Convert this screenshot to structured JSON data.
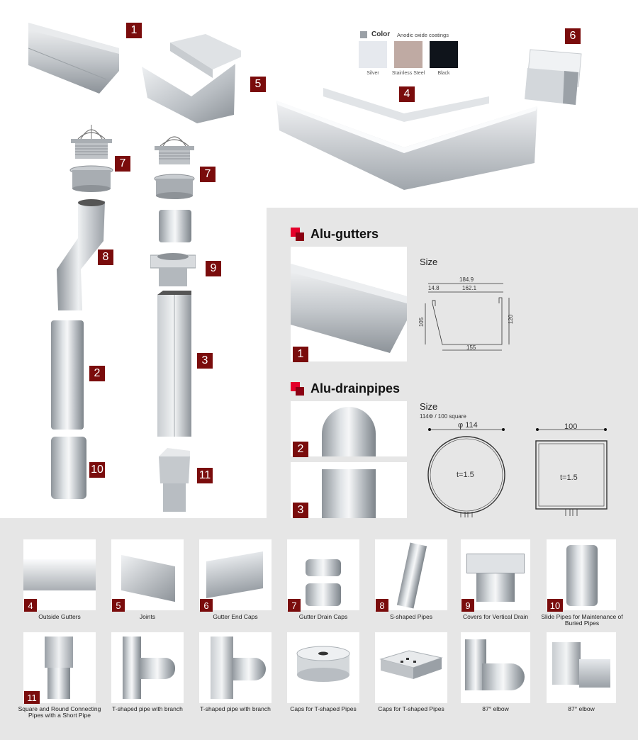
{
  "badges": {
    "b1": "1",
    "b2": "2",
    "b3": "3",
    "b4": "4",
    "b5": "5",
    "b6": "6",
    "b7a": "7",
    "b7b": "7",
    "b8": "8",
    "b9": "9",
    "b10": "10",
    "b11": "11"
  },
  "color_legend": {
    "title": "Color",
    "subtitle": "Anodic oxide coatings",
    "swatches": [
      {
        "label": "Silver",
        "color": "#e6e9ee"
      },
      {
        "label": "Stainless Steel",
        "color": "#bfaaa3"
      },
      {
        "label": "Black",
        "color": "#0f141b"
      }
    ]
  },
  "gutters_section": {
    "title": "Alu-gutters",
    "size_label": "Size",
    "badge": "1",
    "dims": {
      "w_total": "184.9",
      "w_lip": "14.8",
      "w_inner": "162.1",
      "h_left": "105",
      "h_right": "120",
      "w_bottom": "155"
    }
  },
  "drainpipes_section": {
    "title": "Alu-drainpipes",
    "size_label": "Size",
    "size_sub": "114Φ / 100 square",
    "badge2": "2",
    "badge3": "3",
    "round": {
      "dim": "φ 114",
      "t": "t=1.5"
    },
    "square": {
      "dim": "100",
      "t": "t=1.5"
    }
  },
  "catalog_row1": [
    {
      "num": "4",
      "label": "Outside Gutters"
    },
    {
      "num": "5",
      "label": "Joints"
    },
    {
      "num": "6",
      "label": "Gutter End Caps"
    },
    {
      "num": "7",
      "label": "Gutter Drain Caps"
    },
    {
      "num": "8",
      "label": "S-shaped Pipes"
    },
    {
      "num": "9",
      "label": "Covers for Vertical Drain"
    },
    {
      "num": "10",
      "label": "Slide Pipes for Maintenance of Buried Pipes"
    }
  ],
  "catalog_row2": [
    {
      "num": "11",
      "label": "Square and Round Connecting Pipes with a Short Pipe"
    },
    {
      "num": "",
      "label": "T-shaped pipe with branch"
    },
    {
      "num": "",
      "label": "T-shaped pipe with branch"
    },
    {
      "num": "",
      "label": "Caps for T-shaped Pipes"
    },
    {
      "num": "",
      "label": "Caps for T-shaped Pipes"
    },
    {
      "num": "",
      "label": "87° elbow"
    },
    {
      "num": "",
      "label": "87° elbow"
    }
  ]
}
